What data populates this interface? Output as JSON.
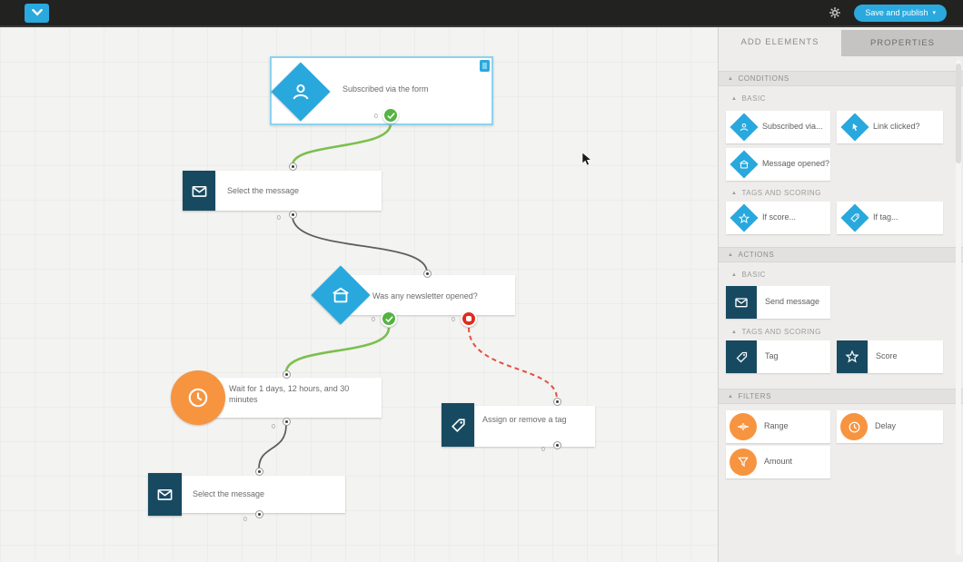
{
  "topbar": {
    "save_button_label": "Save and publish",
    "save_button_caret": "▾",
    "logo_icon": "mail-envelope-logo",
    "settings_icon": "gear-icon"
  },
  "colors": {
    "accent_blue": "#29a8dd",
    "navy": "#174a61",
    "orange": "#f79440",
    "green": "#55b343",
    "red": "#df2c20",
    "topbar": "#222221"
  },
  "canvas": {
    "nodes": {
      "subscribed": {
        "label": "Subscribed via the form",
        "icon": "person-icon",
        "out_badge": "0",
        "selected": true
      },
      "select_message_1": {
        "label": "Select the message",
        "icon": "envelope-icon",
        "out_badge": "0"
      },
      "newsletter_opened": {
        "label": "Was any newsletter opened?",
        "icon": "envelope-open-icon",
        "yes_badge": "0",
        "no_badge": "0"
      },
      "wait": {
        "label": "Wait for 1 days, 12 hours, and 30 minutes",
        "icon": "clock-icon",
        "out_badge": "0"
      },
      "assign_tag": {
        "label": "Assign or remove a tag",
        "icon": "tag-icon",
        "out_badge": "0"
      },
      "select_message_2": {
        "label": "Select the message",
        "icon": "envelope-icon",
        "out_badge": "0"
      }
    }
  },
  "sidebar": {
    "tab_add": "ADD ELEMENTS",
    "tab_props": "PROPERTIES",
    "conditions": {
      "title": "CONDITIONS",
      "basic_title": "BASIC",
      "subscribed": "Subscribed via...",
      "link_clicked": "Link clicked?",
      "message_opened": "Message opened?",
      "tags_title": "TAGS AND SCORING",
      "if_score": "If score...",
      "if_tag": "If tag..."
    },
    "actions": {
      "title": "ACTIONS",
      "basic_title": "BASIC",
      "send_message": "Send message",
      "tags_title": "TAGS AND SCORING",
      "tag": "Tag",
      "score": "Score"
    },
    "filters": {
      "title": "FILTERS",
      "range": "Range",
      "delay": "Delay",
      "amount": "Amount"
    }
  }
}
